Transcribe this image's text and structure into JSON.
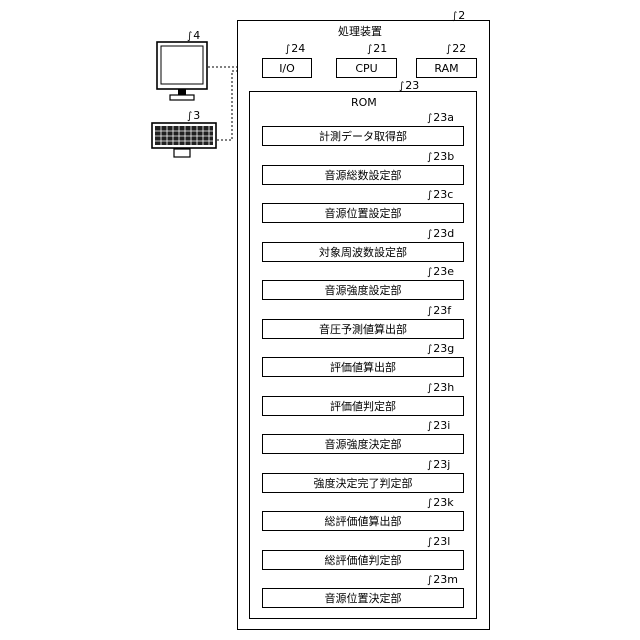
{
  "device": {
    "label": "処理装置",
    "ref": "2"
  },
  "io": {
    "label": "I/O",
    "ref": "24"
  },
  "cpu": {
    "label": "CPU",
    "ref": "21"
  },
  "ram": {
    "label": "RAM",
    "ref": "22"
  },
  "rom": {
    "label": "ROM",
    "ref": "23"
  },
  "monitor": {
    "ref": "4"
  },
  "keyboard": {
    "ref": "3"
  },
  "squiggle": "∫",
  "modules": [
    {
      "ref": "23a",
      "label": "計測データ取得部"
    },
    {
      "ref": "23b",
      "label": "音源総数設定部"
    },
    {
      "ref": "23c",
      "label": "音源位置設定部"
    },
    {
      "ref": "23d",
      "label": "対象周波数設定部"
    },
    {
      "ref": "23e",
      "label": "音源強度設定部"
    },
    {
      "ref": "23f",
      "label": "音圧予測値算出部"
    },
    {
      "ref": "23g",
      "label": "評価値算出部"
    },
    {
      "ref": "23h",
      "label": "評価値判定部"
    },
    {
      "ref": "23i",
      "label": "音源強度決定部"
    },
    {
      "ref": "23j",
      "label": "強度決定完了判定部"
    },
    {
      "ref": "23k",
      "label": "総評価値算出部"
    },
    {
      "ref": "23l",
      "label": "総評価値判定部"
    },
    {
      "ref": "23m",
      "label": "音源位置決定部"
    }
  ]
}
